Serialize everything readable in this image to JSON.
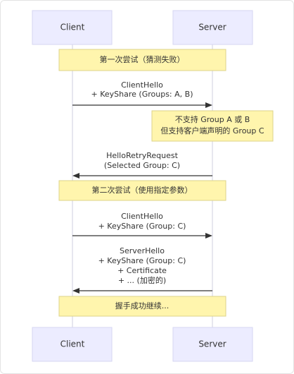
{
  "participants": {
    "client": "Client",
    "server": "Server"
  },
  "notes": {
    "attempt1": "第一次尝试（猜测失败）",
    "server_note_line1": "不支持 Group A 或 B",
    "server_note_line2": "但支持客户端声明的 Group C",
    "attempt2": "第二次尝试（使用指定参数）",
    "success": "握手成功继续..."
  },
  "messages": {
    "m1_line1": "ClientHello",
    "m1_line2": "+ KeyShare (Groups: A, B)",
    "m2_line1": "HelloRetryRequest",
    "m2_line2": "(Selected Group: C)",
    "m3_line1": "ClientHello",
    "m3_line2": "+ KeyShare (Group: C)",
    "m4_line1": "ServerHello",
    "m4_line2": "+ KeyShare (Group: C)",
    "m4_line3": "+ Certificate",
    "m4_line4": "+ ... (加密的)"
  },
  "colors": {
    "actor_fill": "#ececff",
    "note_fill": "#fff5ad",
    "line": "#333333"
  }
}
